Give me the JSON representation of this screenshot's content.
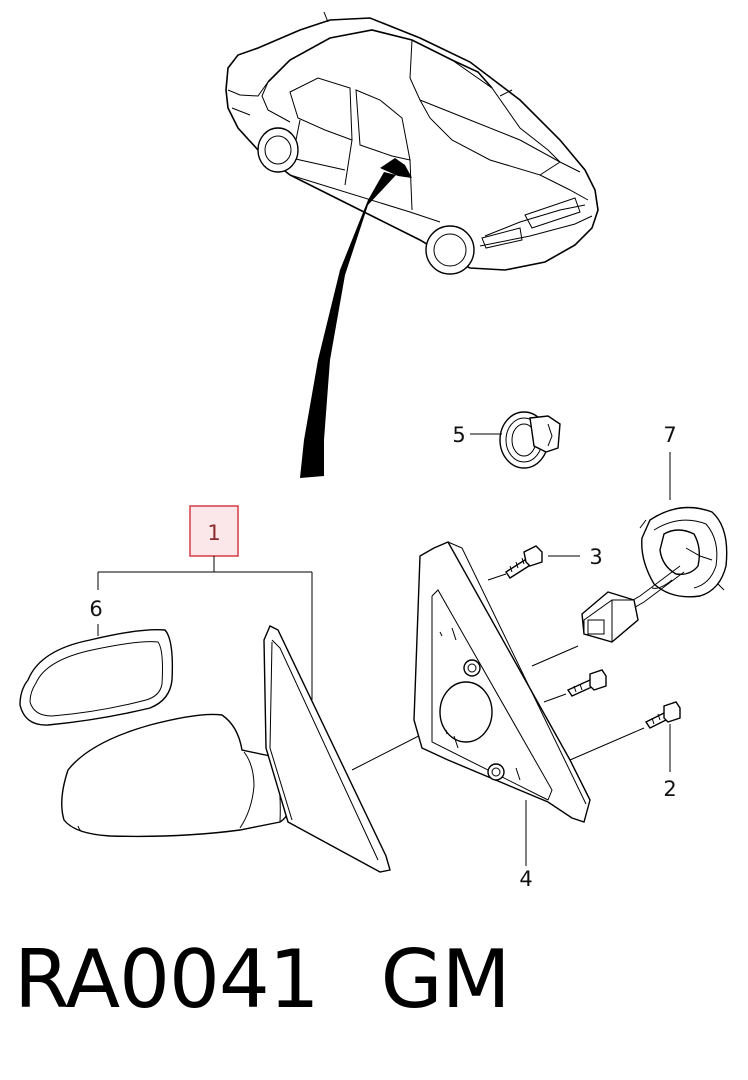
{
  "callouts": {
    "mirror_assembly": "1",
    "bolt_lower": "2",
    "bolt_upper": "3",
    "bracket": "4",
    "grommet": "5",
    "mirror_glass": "6",
    "motor_connector": "7"
  },
  "footer": {
    "part_code": "RA0041",
    "brand": "GM"
  },
  "colors": {
    "highlight_border": "#d9474f",
    "highlight_fill": "#fbe6ea",
    "line": "#000000"
  }
}
